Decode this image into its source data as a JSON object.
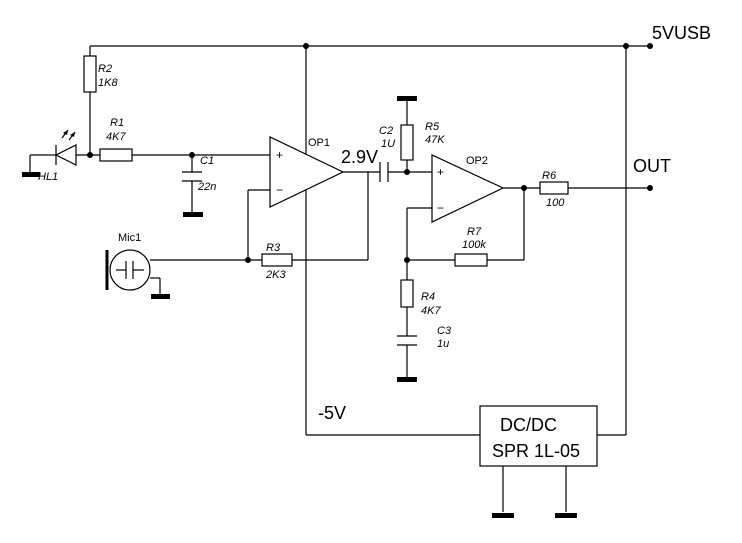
{
  "net_labels": {
    "vusb": "5VUSB",
    "out": "OUT",
    "mid_voltage": "2.9V",
    "neg_supply": "-5V"
  },
  "components": {
    "r1": {
      "ref": "R1",
      "value": "4K7"
    },
    "r2": {
      "ref": "R2",
      "value": "1K8"
    },
    "r3": {
      "ref": "R3",
      "value": "2K3"
    },
    "r4": {
      "ref": "R4",
      "value": "4K7"
    },
    "r5": {
      "ref": "R5",
      "value": "47K"
    },
    "r6": {
      "ref": "R6",
      "value": "100"
    },
    "r7": {
      "ref": "R7",
      "value": "100k"
    },
    "c1": {
      "ref": "C1",
      "value": "22n"
    },
    "c2": {
      "ref": "C2",
      "value": "1U"
    },
    "c3": {
      "ref": "C3",
      "value": "1u"
    },
    "hl1": {
      "ref": "HL1"
    },
    "mic1": {
      "ref": "Mic1"
    },
    "op1": {
      "ref": "OP1",
      "plus": "+",
      "minus": "−"
    },
    "op2": {
      "ref": "OP2",
      "plus": "+",
      "minus": "−"
    },
    "dcdc": {
      "line1": "DC/DC",
      "line2": "SPR 1L-05"
    }
  }
}
